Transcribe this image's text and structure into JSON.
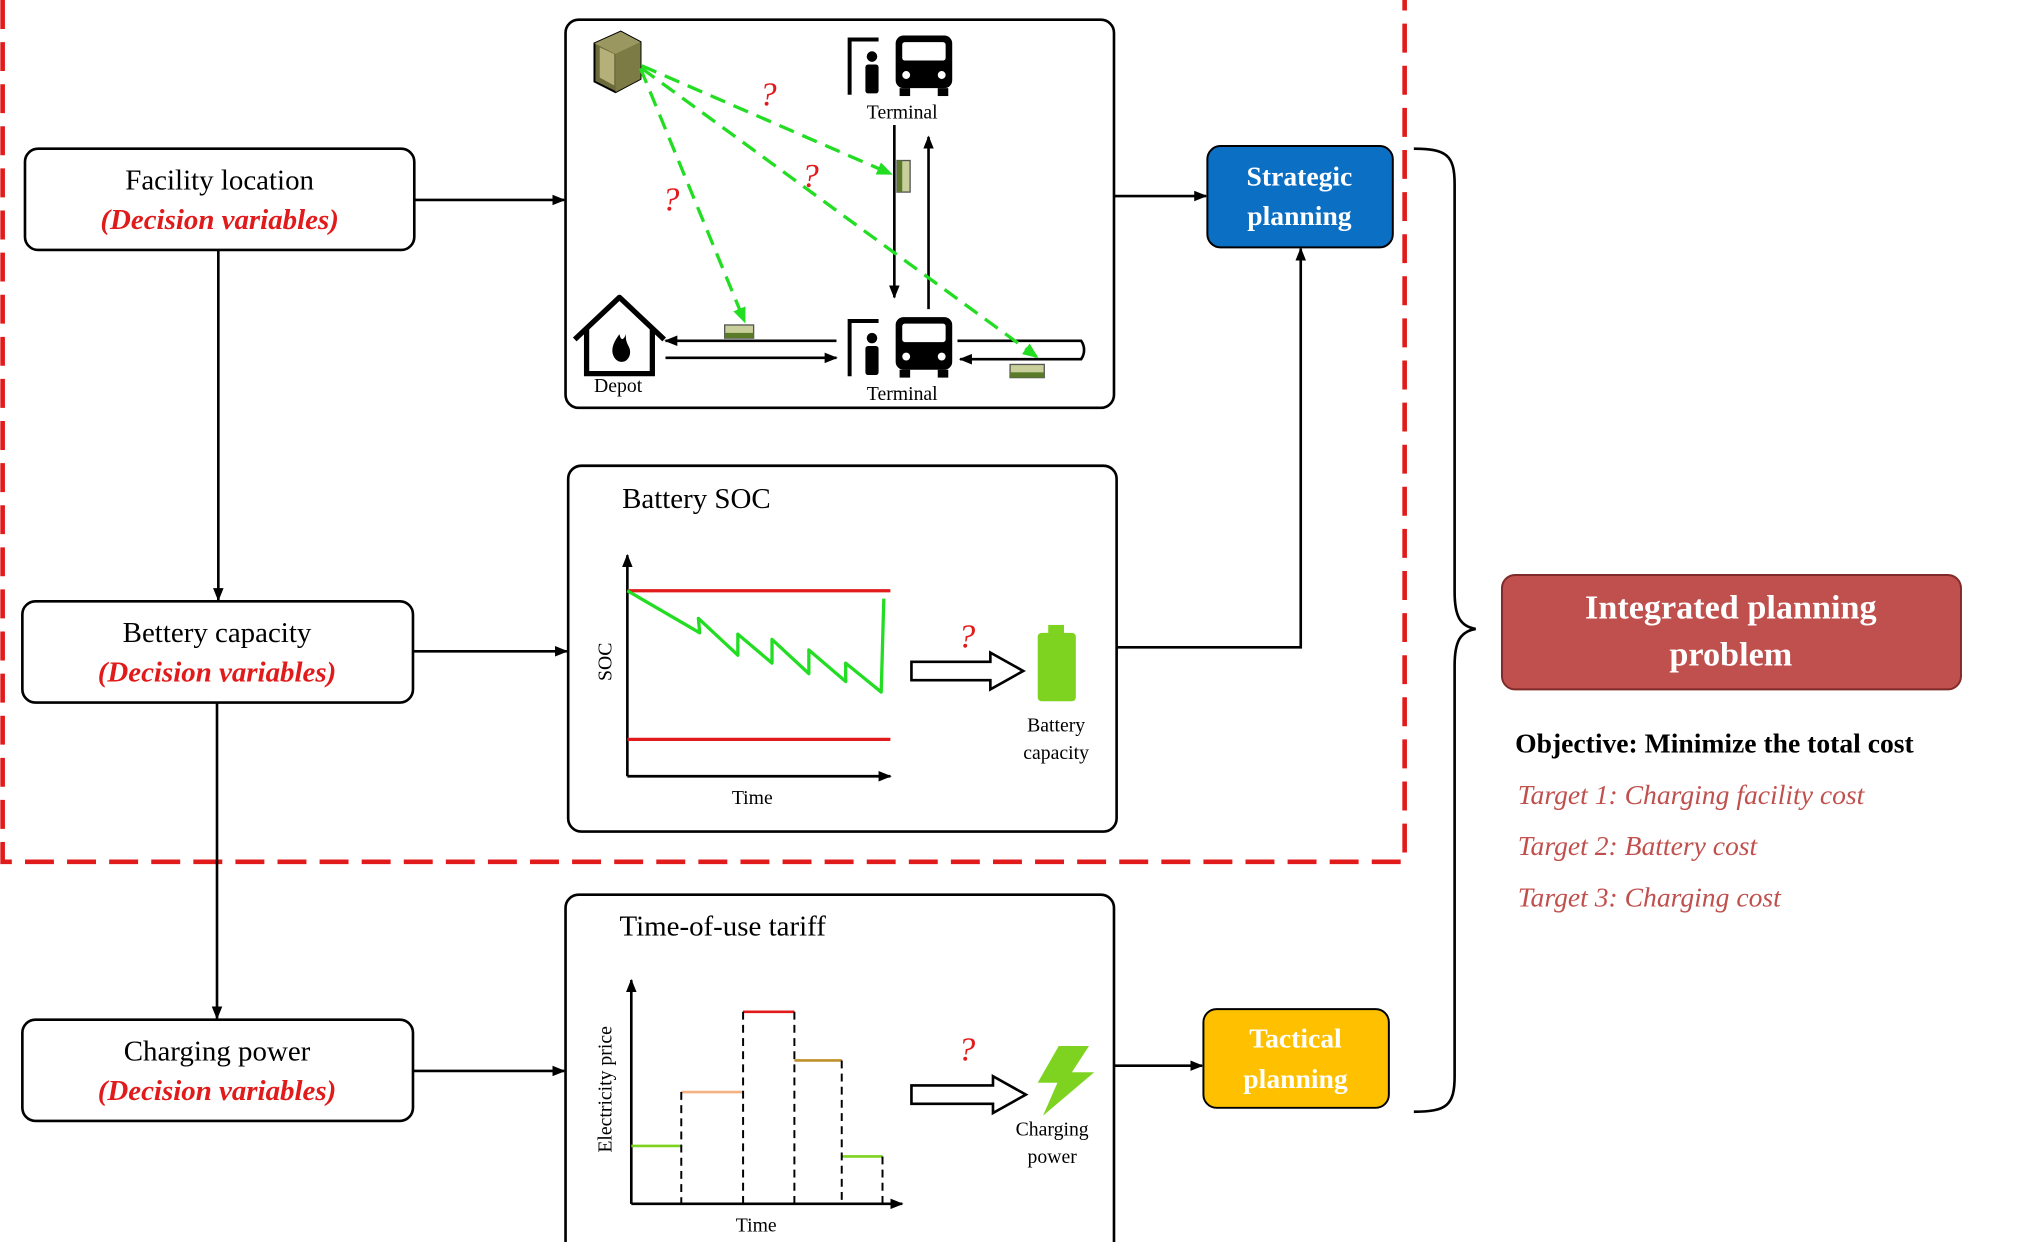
{
  "decision_boxes": {
    "facility": {
      "title": "Facility location",
      "subtitle": "(Decision variables)"
    },
    "battery": {
      "title": "Bettery capacity",
      "subtitle": "(Decision variables)"
    },
    "power": {
      "title": "Charging power",
      "subtitle": "(Decision variables)"
    }
  },
  "network_panel": {
    "terminal_top": "Terminal",
    "terminal_bottom": "Terminal",
    "depot": "Depot",
    "unknown_mark": "?"
  },
  "soc_panel": {
    "title": "Battery SOC",
    "y_axis": "SOC",
    "x_axis": "Time",
    "result_label_line1": "Battery",
    "result_label_line2": "capacity",
    "unknown_mark": "?"
  },
  "tariff_panel": {
    "title": "Time-of-use tariff",
    "y_axis": "Electricity price",
    "x_axis": "Time",
    "result_label_line1": "Charging",
    "result_label_line2": "power",
    "unknown_mark": "?"
  },
  "planning": {
    "strategic_line1": "Strategic",
    "strategic_line2": "planning",
    "tactical_line1": "Tactical",
    "tactical_line2": "planning"
  },
  "integrated": {
    "line1": "Integrated planning",
    "line2": "problem"
  },
  "objective": {
    "heading": "Objective: Minimize the total cost",
    "targets": [
      "Target 1: Charging facility cost",
      "Target 2: Battery cost",
      "Target 3: Charging cost"
    ]
  },
  "colors": {
    "dash_frame": "#e11b1b",
    "strategic": "#0b6fc4",
    "tactical": "#ffc000",
    "integrated": "#c0504d",
    "green_route": "#22dd22",
    "battery_fill": "#7ed321"
  }
}
